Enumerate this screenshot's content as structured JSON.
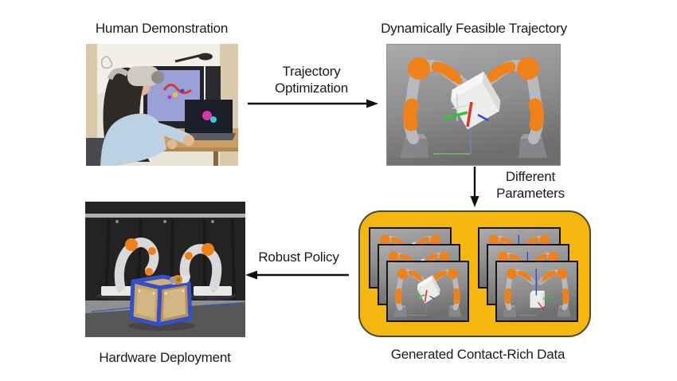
{
  "labels": {
    "human_demonstration": "Human Demonstration",
    "dynamically_feasible_trajectory": "Dynamically Feasible Trajectory",
    "trajectory_optimization": "Trajectory Optimization",
    "different_parameters": "Different Parameters",
    "robust_policy": "Robust Policy",
    "generated_contact_rich_data": "Generated Contact-Rich Data",
    "hardware_deployment": "Hardware Deployment"
  },
  "icons": {
    "flow_arrow_right": "arrow-right-icon",
    "flow_arrow_down": "arrow-down-icon",
    "flow_arrow_left": "arrow-left-icon"
  },
  "colors": {
    "page_bg": "#FFFFFF",
    "text_color": "#1A1A1A",
    "arrow_black": "#111111",
    "panel_yellow": "#F5B60D",
    "panel_border": "#4A4A42",
    "sim_bg_top": "#A6A6A6",
    "sim_bg_bottom": "#707070",
    "robot_orange": "#F08018",
    "robot_gray": "#B9B9BD",
    "cube_white": "#ECECEA",
    "axis_red": "#E03030",
    "axis_green": "#35C235",
    "axis_blue": "#3347D8"
  }
}
